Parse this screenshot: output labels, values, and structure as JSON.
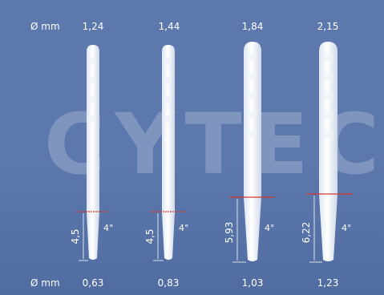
{
  "brand": {
    "watermark": "CYTEC"
  },
  "labels": {
    "diameter_top": "Ø mm",
    "diameter_bottom": "Ø mm"
  },
  "pins": [
    {
      "top_diameter": "1,24",
      "bottom_diameter": "0,63",
      "taper_length": "4,5",
      "angle": "4°"
    },
    {
      "top_diameter": "1,44",
      "bottom_diameter": "0,83",
      "taper_length": "4,5",
      "angle": "4°"
    },
    {
      "top_diameter": "1,84",
      "bottom_diameter": "1,03",
      "taper_length": "5,93",
      "angle": "4°"
    },
    {
      "top_diameter": "2,15",
      "bottom_diameter": "1,23",
      "taper_length": "6,22",
      "angle": "4°"
    }
  ],
  "colors": {
    "background": "#5d78ad",
    "pin": "#ffffff",
    "marker_line": "#d23a2e",
    "text": "#ffffff"
  }
}
